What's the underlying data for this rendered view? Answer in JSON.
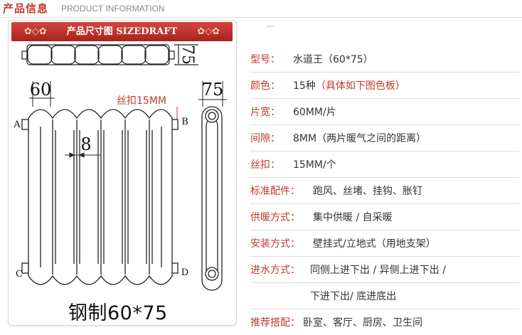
{
  "header": {
    "title_cn": "产品信息",
    "title_en": "PRODUCT INFORMATION"
  },
  "banner": {
    "text": "产品尺寸图 SIZEDRAFT",
    "ornament_left": "✿◇✿",
    "ornament_right": "✿◇✿"
  },
  "diagram": {
    "top_depth_label": "75",
    "width_label": "60",
    "side_depth_label": "75",
    "thread_label": "丝扣15MM",
    "gap_label": "8",
    "corner_a": "A",
    "corner_b": "B",
    "corner_c": "C",
    "corner_d": "D",
    "footer": "钢制60*75"
  },
  "specs": [
    {
      "label": "型号：",
      "value": "水道王（60*75）"
    },
    {
      "label": "颜色：",
      "value": "15种",
      "highlight": "（具体如下图色板）"
    },
    {
      "label": "片宽：",
      "value": "60MM/片"
    },
    {
      "label": "间隙：",
      "value": "8MM（两片暖气之间的距离）"
    },
    {
      "label": "丝扣：",
      "value": "15MM/个"
    },
    {
      "label": "标准配件：",
      "value": "跑风、丝堵、挂钩、胀钉"
    },
    {
      "label": "供暖方式：",
      "value": "集中供暖 / 自采暖"
    },
    {
      "label": "安装方式：",
      "value": "壁挂式/立地式（用地支架）"
    },
    {
      "label": "进水方式：",
      "value": "同侧上进下出 / 异侧上进下出 /",
      "continuation": "下进下出/ 底进底出"
    },
    {
      "label": "推荐搭配：",
      "value": "卧室、客厅、厨房、卫生间"
    }
  ]
}
